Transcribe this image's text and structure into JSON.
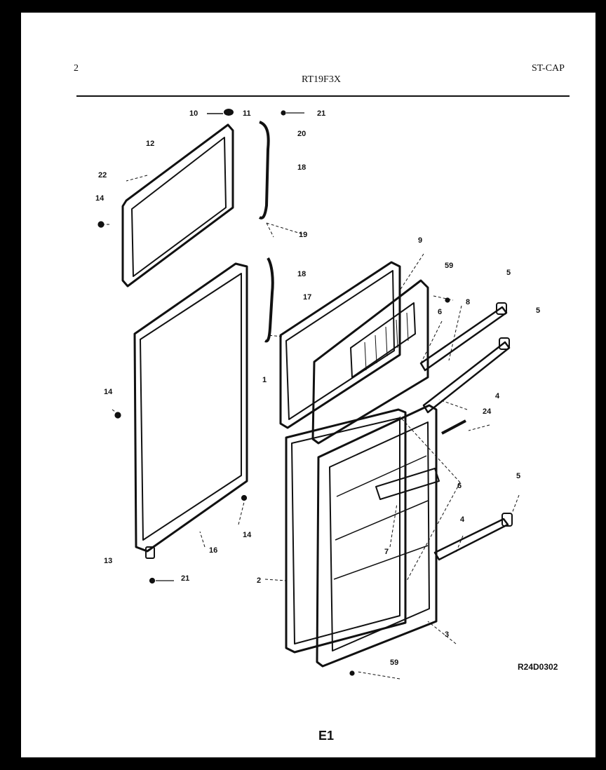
{
  "header": {
    "page_number": "2",
    "model": "RT19F3X",
    "code": "ST-CAP"
  },
  "footer": {
    "drawing_id": "R24D0302",
    "section": "E1"
  },
  "callouts": [
    "10",
    "11",
    "21",
    "20",
    "12",
    "22",
    "14",
    "18",
    "19",
    "18",
    "17",
    "9",
    "59",
    "6",
    "8",
    "5",
    "5",
    "1",
    "4",
    "24",
    "14",
    "14",
    "16",
    "13",
    "21",
    "2",
    "7",
    "6",
    "5",
    "4",
    "3",
    "59"
  ],
  "colors": {
    "ink": "#111111",
    "paper": "#ffffff",
    "border": "#000000"
  }
}
